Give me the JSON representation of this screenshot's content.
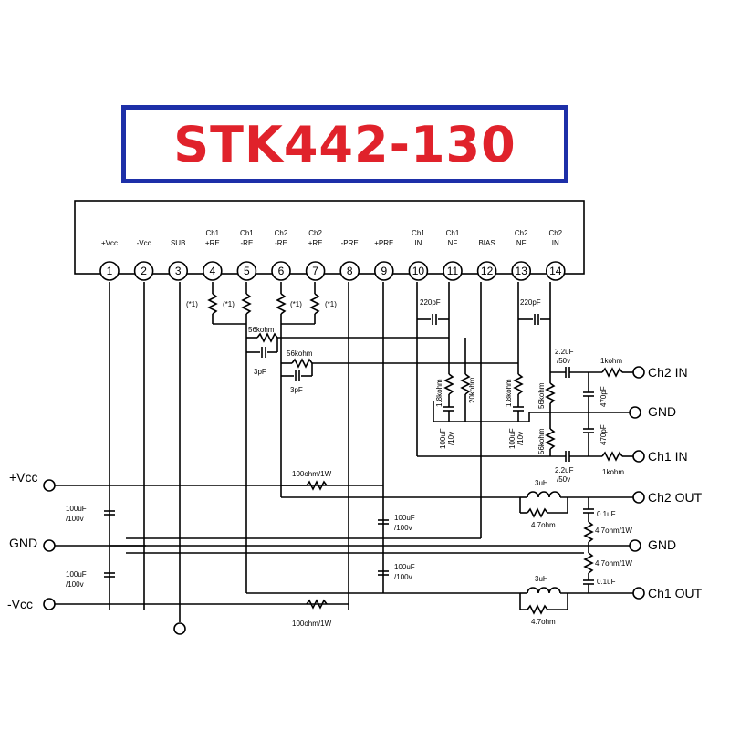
{
  "title": "STK442-130",
  "pins": [
    {
      "n": "1",
      "l1": "",
      "l2": "+Vcc"
    },
    {
      "n": "2",
      "l1": "",
      "l2": "-Vcc"
    },
    {
      "n": "3",
      "l1": "",
      "l2": "SUB"
    },
    {
      "n": "4",
      "l1": "Ch1",
      "l2": "+RE"
    },
    {
      "n": "5",
      "l1": "Ch1",
      "l2": "-RE"
    },
    {
      "n": "6",
      "l1": "Ch2",
      "l2": "-RE"
    },
    {
      "n": "7",
      "l1": "Ch2",
      "l2": "+RE"
    },
    {
      "n": "8",
      "l1": "",
      "l2": "-PRE"
    },
    {
      "n": "9",
      "l1": "",
      "l2": "+PRE"
    },
    {
      "n": "10",
      "l1": "Ch1",
      "l2": "IN"
    },
    {
      "n": "11",
      "l1": "Ch1",
      "l2": "NF"
    },
    {
      "n": "12",
      "l1": "",
      "l2": "BIAS"
    },
    {
      "n": "13",
      "l1": "Ch2",
      "l2": "NF"
    },
    {
      "n": "14",
      "l1": "Ch2",
      "l2": "IN"
    }
  ],
  "terminals": {
    "vcc_pos": "+Vcc",
    "gnd_left": "GND",
    "vcc_neg": "-Vcc",
    "ch2_in": "Ch2 IN",
    "gnd_in": "GND",
    "ch1_in": "Ch1 IN",
    "ch2_out": "Ch2 OUT",
    "gnd_out": "GND",
    "ch1_out": "Ch1 OUT"
  },
  "components": {
    "note": "(*1)",
    "r_56k": "56kohm",
    "c_3pf": "3pF",
    "c_220pf": "220pF",
    "r_1_8k": "1.8kohm",
    "r_20k": "20kohm",
    "c_100uf_10v_a": "100uF",
    "c_100uf_10v_b": "/10v",
    "c_2_2uf_a": "2.2uF",
    "c_2_2uf_b": "/50v",
    "r_1k": "1kohm",
    "c_470pf": "470pF",
    "r_100_1w": "100ohm/1W",
    "c_100uf_100v_a": "100uF",
    "c_100uf_100v_b": "/100v",
    "l_3uh": "3uH",
    "r_4_7": "4.7ohm",
    "c_0_1uf": "0.1uF",
    "r_4_7_1w": "4.7ohm/1W"
  }
}
